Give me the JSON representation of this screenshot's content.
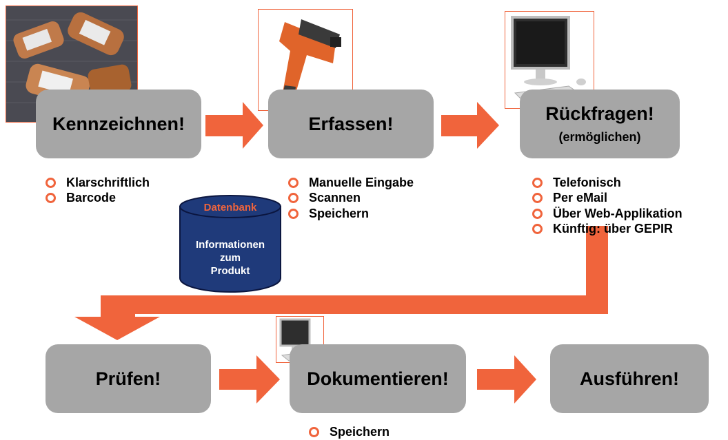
{
  "steps": {
    "kennzeichnen": {
      "title": "Kennzeichnen!"
    },
    "erfassen": {
      "title": "Erfassen!"
    },
    "rueckfragen": {
      "title": "Rückfragen!",
      "subtitle": "(ermöglichen)"
    },
    "pruefen": {
      "title": "Prüfen!"
    },
    "dokumentieren": {
      "title": "Dokumentieren!"
    },
    "ausfuehren": {
      "title": "Ausführen!"
    }
  },
  "lists": {
    "kennzeichnen": [
      "Klarschriftlich",
      "Barcode"
    ],
    "erfassen": [
      "Manuelle Eingabe",
      "Scannen",
      "Speichern"
    ],
    "rueckfragen": [
      "Telefonisch",
      "Per eMail",
      "Über Web-Applikation",
      "Künftig: über GEPIR"
    ],
    "dokumentieren": [
      "Speichern"
    ]
  },
  "database": {
    "label": "Datenbank",
    "lines": [
      "Informationen",
      "zum",
      "Produkt"
    ]
  },
  "colors": {
    "accent": "#f0643c",
    "box": "#a6a6a6",
    "database": "#1f3a7a",
    "database_border": "#0b1640"
  },
  "images": {
    "kennzeichnen": "copper-fittings-with-barcode-labels",
    "erfassen": "barcode-scanner",
    "rueckfragen": "computer-monitor-keyboard-mouse",
    "dokumentieren": "computer-monitor-keyboard-mouse"
  }
}
